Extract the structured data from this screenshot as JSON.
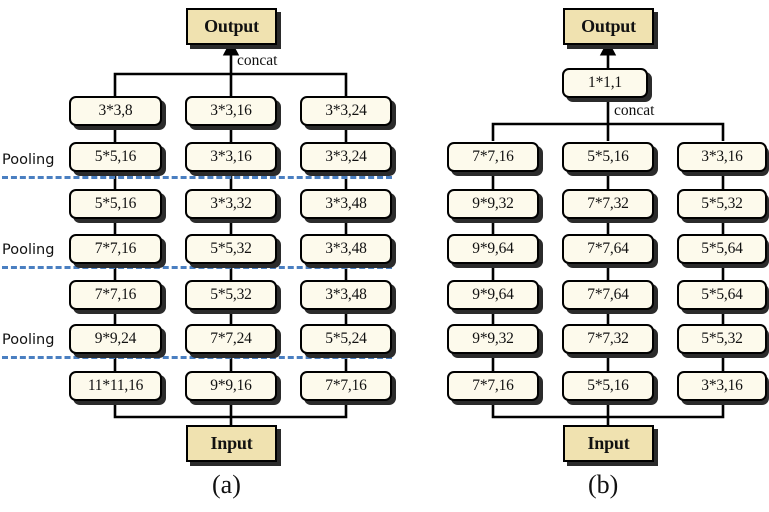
{
  "figure": {
    "background": "#ffffff",
    "node_fill": "#fdfaec",
    "io_fill": "#f0e2b0",
    "stroke": "#000000",
    "pooling_color": "#4a7fc1",
    "concat_label": "concat",
    "pooling_label": "Pooling"
  },
  "panels": [
    {
      "id": "a",
      "caption": "(a)",
      "output_label": "Output",
      "input_label": "Input",
      "concat_label": "concat",
      "head_node": null,
      "pooling_labels": [
        "Pooling",
        "Pooling",
        "Pooling"
      ],
      "columns": [
        {
          "name": "branch-1",
          "nodes": [
            "3*3,8",
            "5*5,16",
            "5*5,16",
            "7*7,16",
            "7*7,16",
            "9*9,24",
            "11*11,16"
          ]
        },
        {
          "name": "branch-2",
          "nodes": [
            "3*3,16",
            "3*3,16",
            "3*3,32",
            "5*5,32",
            "5*5,32",
            "7*7,24",
            "9*9,16"
          ]
        },
        {
          "name": "branch-3",
          "nodes": [
            "3*3,24",
            "3*3,24",
            "3*3,48",
            "3*3,48",
            "3*3,48",
            "5*5,24",
            "7*7,16"
          ]
        }
      ]
    },
    {
      "id": "b",
      "caption": "(b)",
      "output_label": "Output",
      "input_label": "Input",
      "concat_label": "concat",
      "head_node": "1*1,1",
      "pooling_labels": [],
      "columns": [
        {
          "name": "branch-1",
          "nodes": [
            "7*7,16",
            "9*9,32",
            "9*9,64",
            "9*9,64",
            "9*9,32",
            "7*7,16"
          ]
        },
        {
          "name": "branch-2",
          "nodes": [
            "5*5,16",
            "7*7,32",
            "7*7,64",
            "7*7,64",
            "7*7,32",
            "5*5,16"
          ]
        },
        {
          "name": "branch-3",
          "nodes": [
            "3*3,16",
            "5*5,32",
            "5*5,64",
            "5*5,64",
            "5*5,32",
            "3*3,16"
          ]
        }
      ]
    }
  ]
}
